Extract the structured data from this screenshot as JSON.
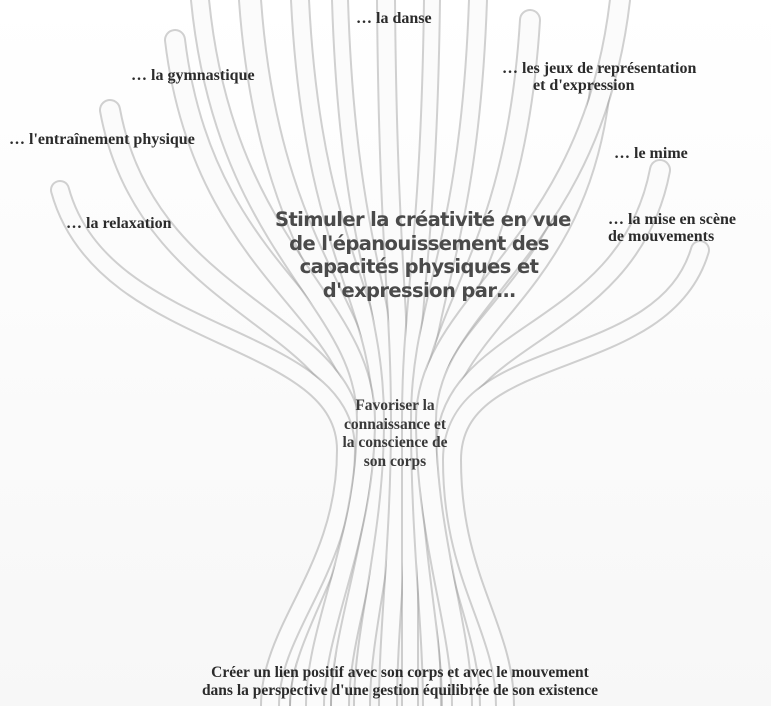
{
  "activities": {
    "danse": "… la danse",
    "gymnastique": "… la gymnastique",
    "jeux_line1": "… les  jeux de représentation",
    "jeux_line2": "et d'expression",
    "entrainement": "… l'entraînement physique",
    "mime": "… le mime",
    "relaxation": "… la relaxation",
    "mise_line1": "… la mise en scène",
    "mise_line2": "de mouvements"
  },
  "main_heading": {
    "line1": "Stimuler la créativité en vue",
    "line2": "de l'épanouissement des",
    "line3": "capacités physiques et",
    "line4": "d'expression par…"
  },
  "center_text": {
    "line1": "Favoriser la",
    "line2": "connaissance et",
    "line3": "la conscience de",
    "line4": "son corps"
  },
  "bottom_text": {
    "line1": "Créer un lien positif avec son corps et avec le mouvement",
    "line2": "dans la perspective d'une gestion équilibrée de son existence"
  },
  "colors": {
    "ribbon_light": "#fbfbfb",
    "ribbon_shadow": "#9a9a9a",
    "text": "#2b2b2b",
    "heading": "#4a4a4a"
  }
}
